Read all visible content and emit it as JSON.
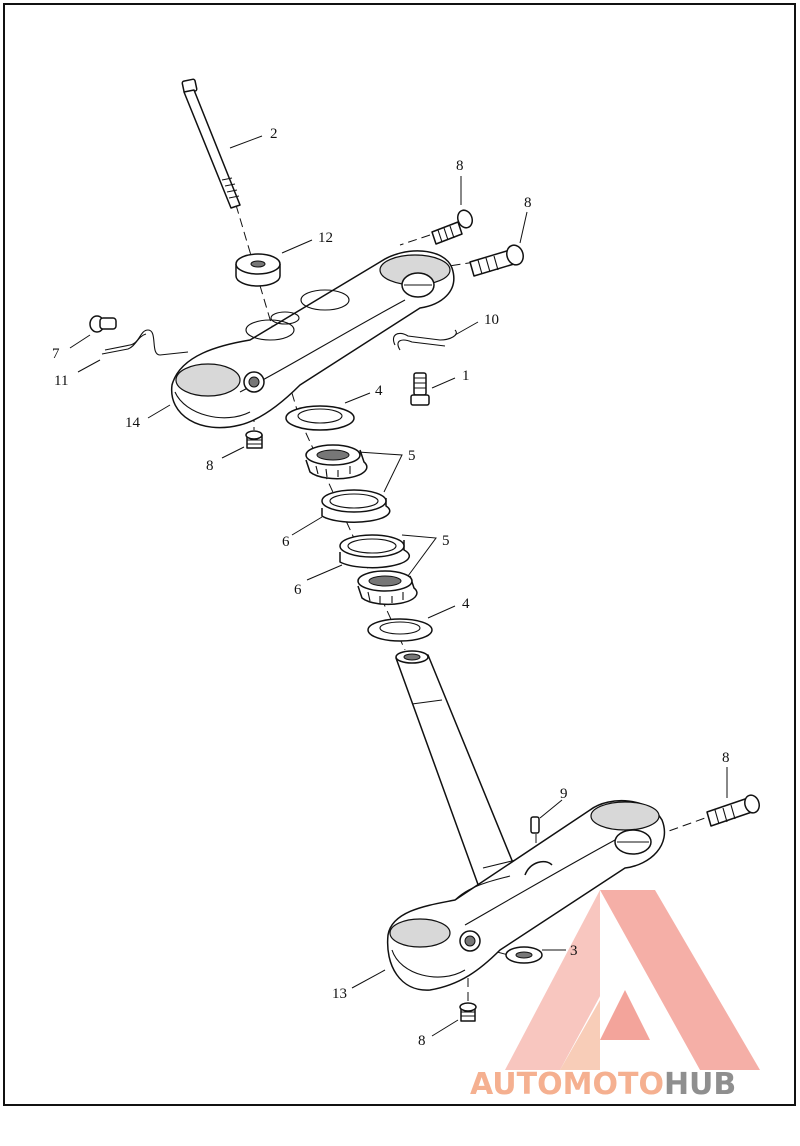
{
  "diagram": {
    "frame_color": "#111111",
    "callouts": [
      {
        "id": "c2",
        "text": "2"
      },
      {
        "id": "c8a",
        "text": "8"
      },
      {
        "id": "c8b",
        "text": "8"
      },
      {
        "id": "c12",
        "text": "12"
      },
      {
        "id": "c10",
        "text": "10"
      },
      {
        "id": "c7",
        "text": "7"
      },
      {
        "id": "c11",
        "text": "11"
      },
      {
        "id": "c1",
        "text": "1"
      },
      {
        "id": "c4a",
        "text": "4"
      },
      {
        "id": "c14",
        "text": "14"
      },
      {
        "id": "c8c",
        "text": "8"
      },
      {
        "id": "c5a",
        "text": "5"
      },
      {
        "id": "c6a",
        "text": "6"
      },
      {
        "id": "c5b",
        "text": "5"
      },
      {
        "id": "c6b",
        "text": "6"
      },
      {
        "id": "c4b",
        "text": "4"
      },
      {
        "id": "c8d",
        "text": "8"
      },
      {
        "id": "c9",
        "text": "9"
      },
      {
        "id": "c3",
        "text": "3"
      },
      {
        "id": "c13",
        "text": "13"
      },
      {
        "id": "c8e",
        "text": "8"
      }
    ]
  },
  "watermark": {
    "part1": "AUTOMOTO",
    "part2": "HUB",
    "color_primary": "#f08a7e",
    "color_light": "#f5b090",
    "color_gray": "#8f8f8f"
  }
}
